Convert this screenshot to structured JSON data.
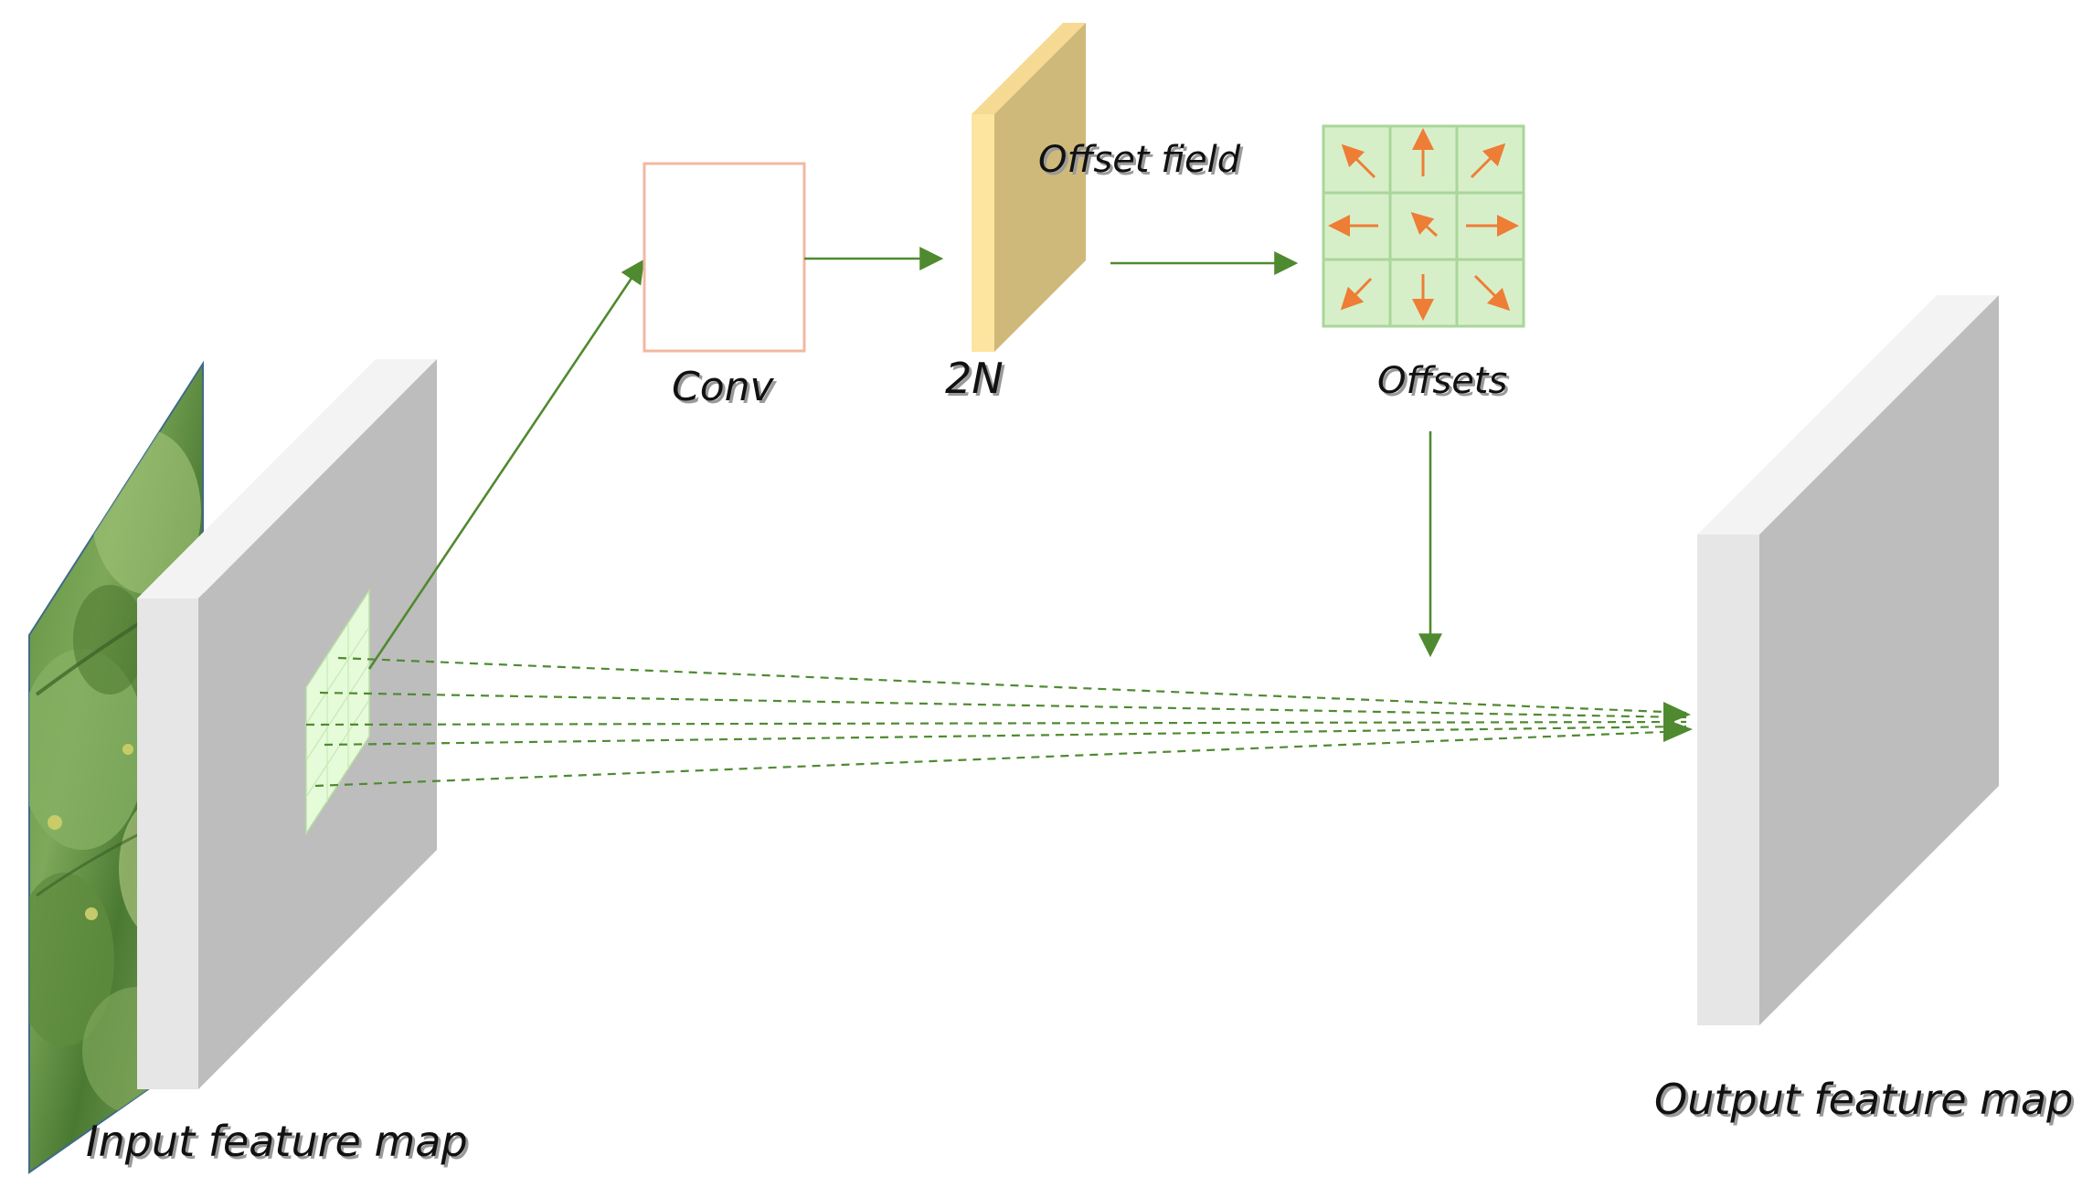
{
  "labels": {
    "conv": "Conv",
    "offset_field": "Offset field",
    "two_n": "2N",
    "offsets": "Offsets",
    "input_feature_map": "Input feature map",
    "output_feature_map": "Output feature map"
  },
  "colors": {
    "arrow_green": "#4f8a30",
    "conv_box_border": "#f2b8a0",
    "offset_field_front": "#fde5a0",
    "offset_field_side": "#cfb97a",
    "offset_grid_fill": "#d7efc9",
    "offset_grid_border": "#a9d69a",
    "offset_arrow": "#ee7d36",
    "block_front": "#e6e6e6",
    "block_side": "#bdbdbd",
    "block_top": "#f3f3f3",
    "kernel_patch": "#e6fbd9",
    "leaf_green": "#6b9a4a"
  },
  "offset_grid": {
    "arrows": [
      "up-left",
      "up",
      "up-right",
      "left",
      "up-left",
      "right",
      "down-left",
      "down",
      "down-right"
    ]
  },
  "icons": [
    "leaf-image"
  ]
}
